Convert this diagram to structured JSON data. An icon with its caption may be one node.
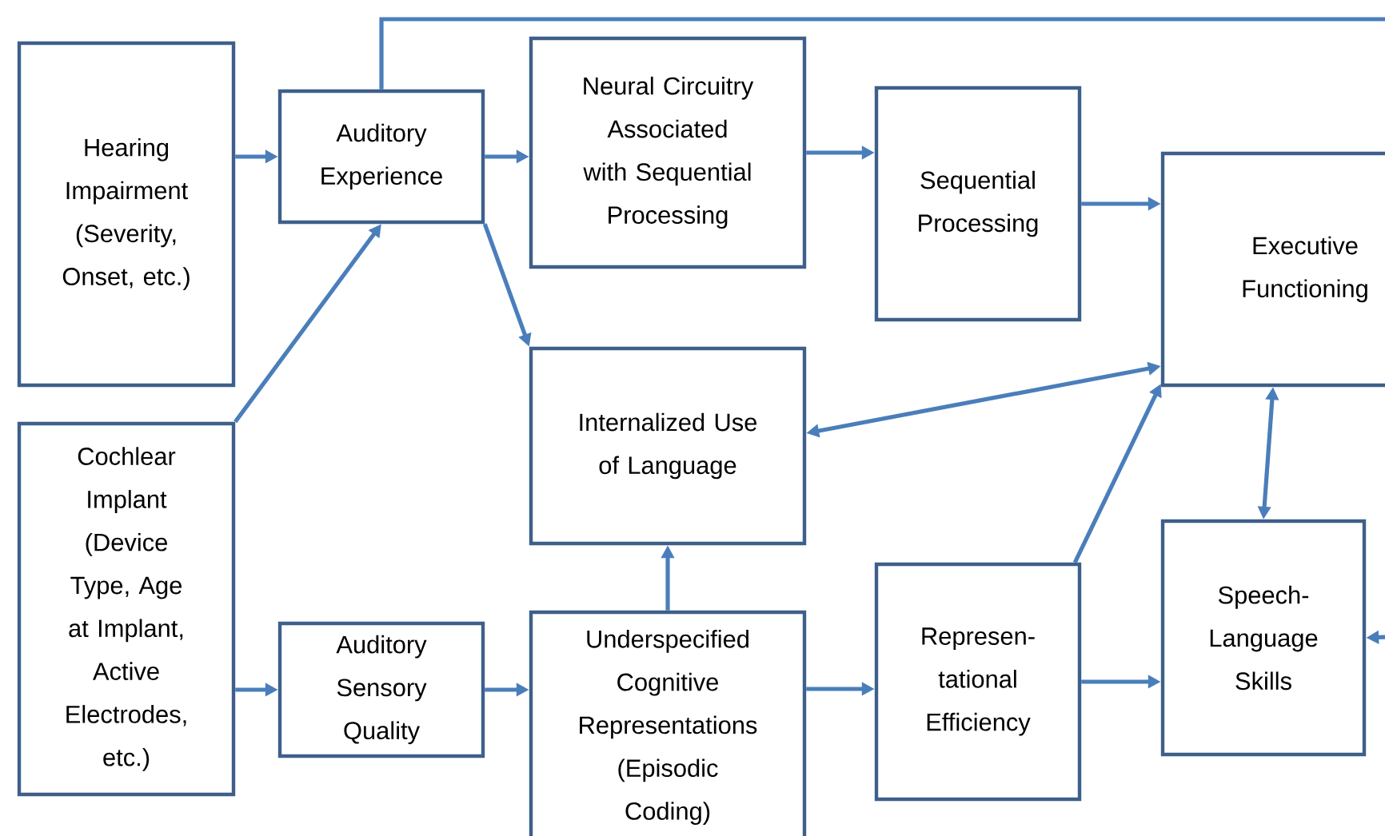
{
  "diagram": {
    "nodes": [
      {
        "text": [
          "Hearing Impairment (Severity, Onset, etc.)"
        ]
      },
      {
        "text": [
          "Auditory Experience"
        ]
      },
      {
        "text": [
          "Neural Circuitry Associated with Sequential Processing"
        ]
      },
      {
        "text": [
          "Sequential Processing"
        ]
      },
      {
        "text": [
          "Executive Functioning"
        ]
      },
      {
        "text": [
          "Internalized Use of Language"
        ]
      },
      {
        "text": [
          "Cochlear Implant (Device Type, Age at Implant, Active Electrodes, etc.)"
        ]
      },
      {
        "text": [
          "Auditory Sensory Quality"
        ]
      },
      {
        "text": [
          "Underspecified Cognitive Representations (Episodic Coding)"
        ]
      },
      {
        "text": [
          "Represen-tational Efficiency"
        ]
      },
      {
        "text": [
          "Speech-Language Skills"
        ]
      }
    ],
    "edges": [
      {
        "from": 0,
        "to": 1,
        "arrow": "to"
      },
      {
        "from": 6,
        "to": 1,
        "arrow": "to"
      },
      {
        "from": 6,
        "to": 7,
        "arrow": "to"
      },
      {
        "from": 1,
        "to": 2,
        "arrow": "to"
      },
      {
        "from": 1,
        "to": 5,
        "arrow": "to"
      },
      {
        "from": 1,
        "to": null,
        "arrow": "none"
      },
      {
        "from": 2,
        "to": 3,
        "arrow": "to"
      },
      {
        "from": 3,
        "to": 4,
        "arrow": "to"
      },
      {
        "from": 4,
        "to": 5,
        "arrow": "both"
      },
      {
        "from": 7,
        "to": 8,
        "arrow": "to"
      },
      {
        "from": 8,
        "to": 5,
        "arrow": "to"
      },
      {
        "from": 8,
        "to": 9,
        "arrow": "to"
      },
      {
        "from": 9,
        "to": 4,
        "arrow": "to"
      },
      {
        "from": 9,
        "to": 10,
        "arrow": "to"
      },
      {
        "from": 4,
        "to": 10,
        "arrow": "both"
      },
      {
        "from": null,
        "to": 10,
        "arrow": "to"
      }
    ]
  }
}
